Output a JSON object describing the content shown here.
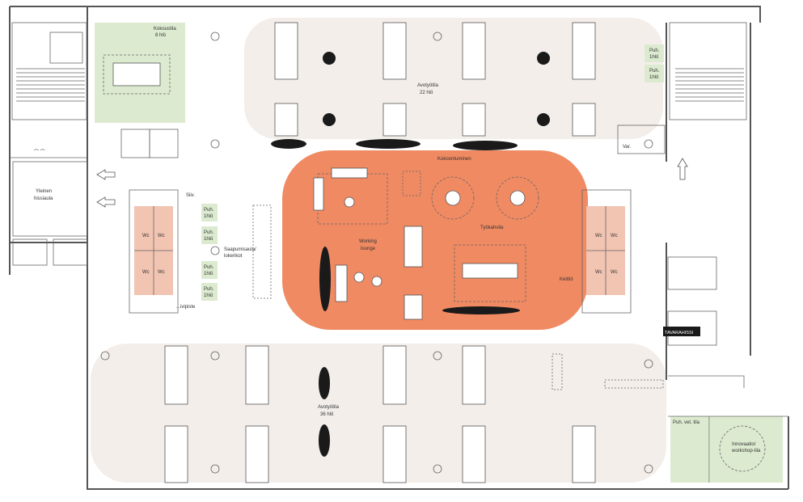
{
  "colors": {
    "work_zone": "#f3eeea",
    "meeting_green": "#dcebd0",
    "lounge_orange": "#f08a62",
    "wc_pink": "#f2c4b2",
    "wall": "#555555"
  },
  "labels": {
    "kokoustila": "Kokoustila",
    "kokoustila_cap": "8 hlö",
    "avotyotila_top": "Avotyötila",
    "avotyotila_top_cap": "22 hlö",
    "avotyotila_bottom": "Avotyötila",
    "avotyotila_bottom_cap": "36 hlö",
    "yleinen_hissiaula_1": "Yleinen",
    "yleinen_hissiaula_2": "hissiaula",
    "kokoontuminen": "Kokoontuminen",
    "tyokahvila": "Työkahvila",
    "working_lounge_1": "Working",
    "working_lounge_2": "lounge",
    "saapumisaula_1": "Saapumisaula/",
    "saapumisaula_2": "lokerikot",
    "siiv": "Siiv.",
    "wc": "Wc",
    "puh": "Puh.",
    "puh_cap": "1hlö",
    "var": "Var.",
    "keittio": "Keittiö",
    "tavarahissi": "TAVARAHISSI",
    "tulostuspiste": "...ivipiste",
    "puh_vet_tila": "Puh. vet. tila",
    "innovaatio_1": "Innovaatio/",
    "innovaatio_2": "workshop-tila"
  }
}
